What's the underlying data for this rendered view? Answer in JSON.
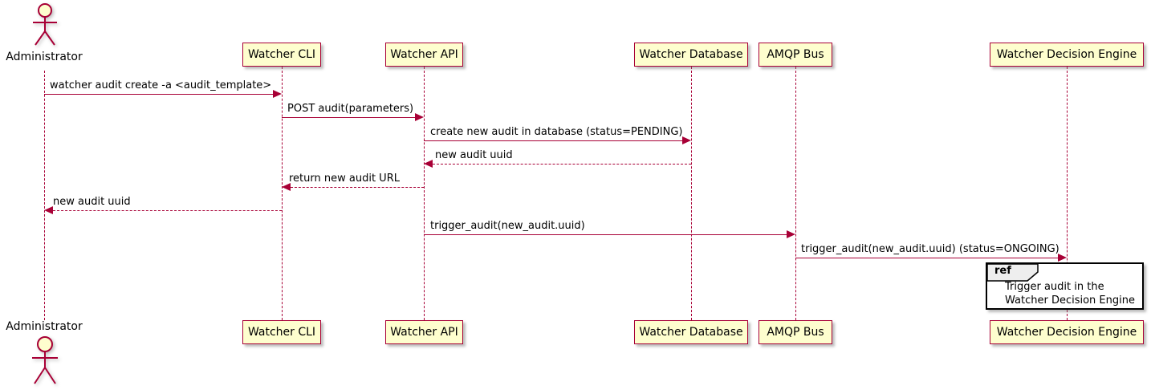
{
  "diagram": {
    "type": "uml-sequence-diagram",
    "colors": {
      "participant_fill": "#FEFECE",
      "line_and_border": "#A80036",
      "text": "#000000",
      "ref_border": "#000000",
      "ref_header_fill": "#EEEEEE",
      "background": "#FFFFFF"
    },
    "icons": {
      "actor": "stick-figure",
      "arrowhead": "filled-triangle"
    }
  },
  "actors": [
    {
      "name": "Administrator"
    }
  ],
  "participants": [
    {
      "label": "Watcher CLI"
    },
    {
      "label": "Watcher API"
    },
    {
      "label": "Watcher Database"
    },
    {
      "label": "AMQP Bus"
    },
    {
      "label": "Watcher Decision Engine"
    }
  ],
  "messages": [
    {
      "from": "Administrator",
      "to": "Watcher CLI",
      "style": "solid",
      "text": "watcher audit create -a <audit_template>"
    },
    {
      "from": "Watcher CLI",
      "to": "Watcher API",
      "style": "solid",
      "text": "POST audit(parameters)"
    },
    {
      "from": "Watcher API",
      "to": "Watcher Database",
      "style": "solid",
      "text": "create new audit in database (status=PENDING)"
    },
    {
      "from": "Watcher Database",
      "to": "Watcher API",
      "style": "dashed",
      "text": "new audit uuid"
    },
    {
      "from": "Watcher API",
      "to": "Watcher CLI",
      "style": "dashed",
      "text": "return new audit URL"
    },
    {
      "from": "Watcher CLI",
      "to": "Administrator",
      "style": "dashed",
      "text": "new audit uuid"
    },
    {
      "from": "Watcher API",
      "to": "AMQP Bus",
      "style": "solid",
      "text": "trigger_audit(new_audit.uuid)"
    },
    {
      "from": "AMQP Bus",
      "to": "Watcher Decision Engine",
      "style": "solid",
      "text": "trigger_audit(new_audit.uuid) (status=ONGOING)"
    }
  ],
  "ref": {
    "keyword": "ref",
    "lines": [
      "Trigger audit in the",
      "Watcher Decision Engine"
    ],
    "over": "Watcher Decision Engine"
  }
}
